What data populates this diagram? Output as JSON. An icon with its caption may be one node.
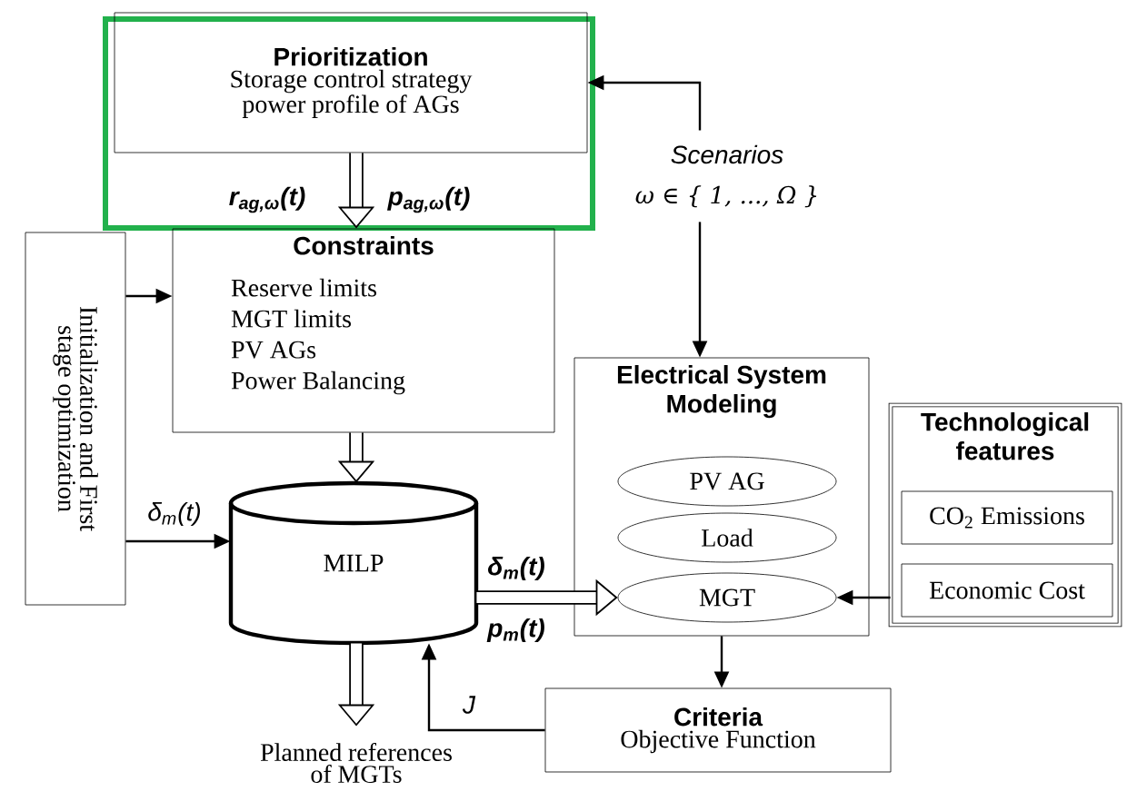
{
  "diagram": {
    "nodes": [
      {
        "text": [],
        "shape": "box"
      },
      {
        "text": [
          "Prioritization",
          "Storage control strategy power profile of AGs"
        ],
        "in": 0
      },
      {
        "text": [
          "Constraints",
          "Reserve limits",
          "MGT limits",
          "PV AGs",
          "Power Balancing"
        ]
      },
      {
        "text": [
          "Initialization and First stage optimization"
        ]
      },
      {
        "text": [
          "MILP"
        ]
      },
      {
        "text": [
          "Planned references of MGTs"
        ]
      },
      {
        "text": [
          "Scenarios",
          "ω ∈ { 1, ..., Ω }"
        ]
      },
      {
        "text": [
          "Electrical System Modeling"
        ]
      },
      {
        "text": [
          "PV AG"
        ],
        "in": 7
      },
      {
        "text": [
          "Load"
        ],
        "in": 7
      },
      {
        "text": [
          "MGT"
        ],
        "in": 7
      },
      {
        "text": [
          "Technological features"
        ]
      },
      {
        "text": [
          "CO$_{2}$ Emissions"
        ],
        "in": 11
      },
      {
        "text": [
          "Economic Cost"
        ],
        "in": 11
      },
      {
        "text": [
          "Criteria",
          "Objective Function"
        ]
      }
    ],
    "edges": [
      {
        "from": 1,
        "to": 2,
        "arrow": "to",
        "style": "thick"
      },
      {
        "from": 2,
        "to": 4,
        "arrow": "to",
        "style": "thick"
      },
      {
        "from": 4,
        "to": 5,
        "arrow": "to",
        "style": "thick"
      },
      {
        "from": 3,
        "to": 2,
        "arrow": "to"
      },
      {
        "from": 3,
        "to": 4,
        "arrow": "to",
        "label": "δ$_{m}$(t)"
      },
      {
        "from": 4,
        "to": 10,
        "arrow": "to",
        "style": "thick",
        "label": "δ$_{m}$(t)"
      },
      {
        "from": 6,
        "to": 1,
        "arrow": "to"
      },
      {
        "from": 6,
        "to": 7,
        "arrow": "to"
      },
      {
        "from": 11,
        "to": 10,
        "arrow": "to"
      },
      {
        "from": 7,
        "to": 14,
        "arrow": "to"
      },
      {
        "from": 14,
        "to": 4,
        "arrow": "to",
        "label": "J"
      }
    ],
    "labels": [
      "r$_{ag,ω}$(t)",
      "p$_{ag,ω}$(t)",
      "p$_{m}$(t)"
    ]
  }
}
